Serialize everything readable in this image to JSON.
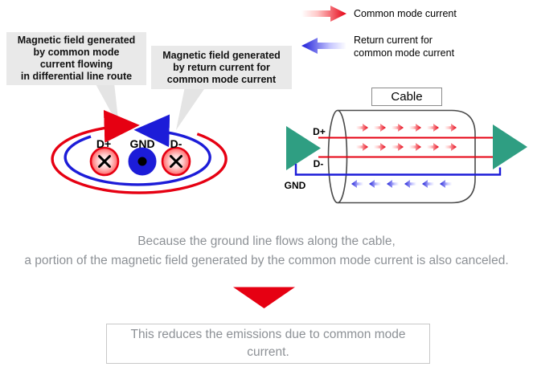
{
  "colors": {
    "red": "#e60012",
    "blue": "#1c1cd8",
    "green": "#2f9e82",
    "callout_bg": "#e9e9e9",
    "gray_text": "#8d9196",
    "box_border": "#c8c8c8",
    "outline": "#4a4a4a"
  },
  "callouts": {
    "left": "Magnetic field generated\nby common mode\ncurrent flowing\nin differential line route",
    "right": "Magnetic field generated\nby return current for\ncommon mode current"
  },
  "legend": {
    "common_mode_label": "Common mode current",
    "return_label": "Return current for\ncommon mode current"
  },
  "cross_section": {
    "d_plus": "D+",
    "gnd": "GND",
    "d_minus": "D-"
  },
  "cable": {
    "title": "Cable",
    "d_plus": "D+",
    "d_minus": "D-",
    "gnd": "GND"
  },
  "caption": "Because the ground line flows along the cable,\na portion of the magnetic field generated by the common mode current is also canceled.",
  "conclusion": "This reduces the emissions due to common mode current."
}
